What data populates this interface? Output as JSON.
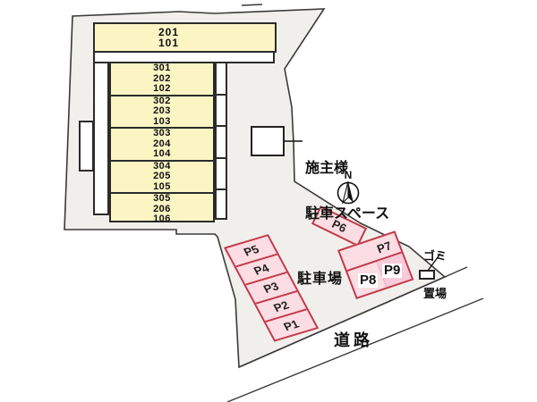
{
  "building": {
    "top_unit": [
      "201",
      "101"
    ],
    "rows": [
      [
        "301",
        "202",
        "102"
      ],
      [
        "302",
        "203",
        "103"
      ],
      [
        "303",
        "204",
        "104"
      ],
      [
        "304",
        "205",
        "105"
      ],
      [
        "305",
        "206",
        "106"
      ]
    ]
  },
  "labels": {
    "owner_parking_line1": "施主様",
    "owner_parking_line2": "駐車スペース",
    "compass_north": "N",
    "parking_lot": "駐車場",
    "garbage_line1": "ゴミ",
    "garbage_line2": "置場",
    "road": "道路"
  },
  "parking": {
    "left_column": [
      "P5",
      "P4",
      "P3",
      "P2",
      "P1"
    ],
    "p6": "P6",
    "p7": "P7",
    "p8": "P8",
    "p9": "P9"
  },
  "colors": {
    "unit_fill": "#fbf5c4",
    "parking_fill": "#fbdde3",
    "parking_border": "#c4394a",
    "p9_fill": "#f8cbd9",
    "site_fill": "#f0efec",
    "line": "#3a3a3a"
  }
}
